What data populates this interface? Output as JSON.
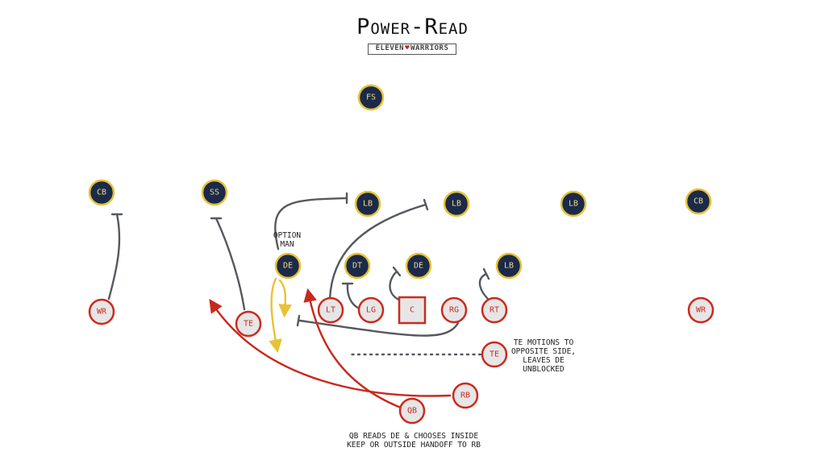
{
  "title": "Power-Read",
  "brand": {
    "left": "ELEVEN",
    "right": "WARRIORS"
  },
  "colors": {
    "defense_fill": "#1b2a4a",
    "defense_ring": "#e8c234",
    "defense_text": "#f0d98a",
    "offense_fill": "#e6e6e6",
    "offense_ring": "#cc2a1e",
    "offense_text": "#cc2a1e",
    "route_gray": "#55595e",
    "route_red": "#c8281c",
    "route_yellow": "#e8c234"
  },
  "defense": [
    {
      "id": "fs",
      "label": "FS"
    },
    {
      "id": "cb-left",
      "label": "CB"
    },
    {
      "id": "ss",
      "label": "SS"
    },
    {
      "id": "lb-1",
      "label": "LB"
    },
    {
      "id": "lb-2",
      "label": "LB"
    },
    {
      "id": "lb-3",
      "label": "LB"
    },
    {
      "id": "cb-right",
      "label": "CB"
    },
    {
      "id": "de-left",
      "label": "DE"
    },
    {
      "id": "dt",
      "label": "DT"
    },
    {
      "id": "de-right",
      "label": "DE"
    },
    {
      "id": "lb-4",
      "label": "LB"
    }
  ],
  "offense": [
    {
      "id": "wr-left",
      "label": "WR"
    },
    {
      "id": "te-left",
      "label": "TE"
    },
    {
      "id": "lt",
      "label": "LT"
    },
    {
      "id": "lg",
      "label": "LG"
    },
    {
      "id": "c",
      "label": "C",
      "shape": "square"
    },
    {
      "id": "rg",
      "label": "RG"
    },
    {
      "id": "rt",
      "label": "RT"
    },
    {
      "id": "wr-right",
      "label": "WR"
    },
    {
      "id": "te-motion",
      "label": "TE"
    },
    {
      "id": "rb",
      "label": "RB"
    },
    {
      "id": "qb",
      "label": "QB"
    }
  ],
  "notes": {
    "option_man": [
      "OPTION",
      "MAN"
    ],
    "te_motion": [
      "TE MOTIONS TO",
      "OPPOSITE SIDE,",
      "LEAVES DE",
      "UNBLOCKED"
    ],
    "qb_reads": [
      "QB READS DE & CHOOSES INSIDE",
      "KEEP OR OUTSIDE HANDOFF TO RB"
    ]
  }
}
